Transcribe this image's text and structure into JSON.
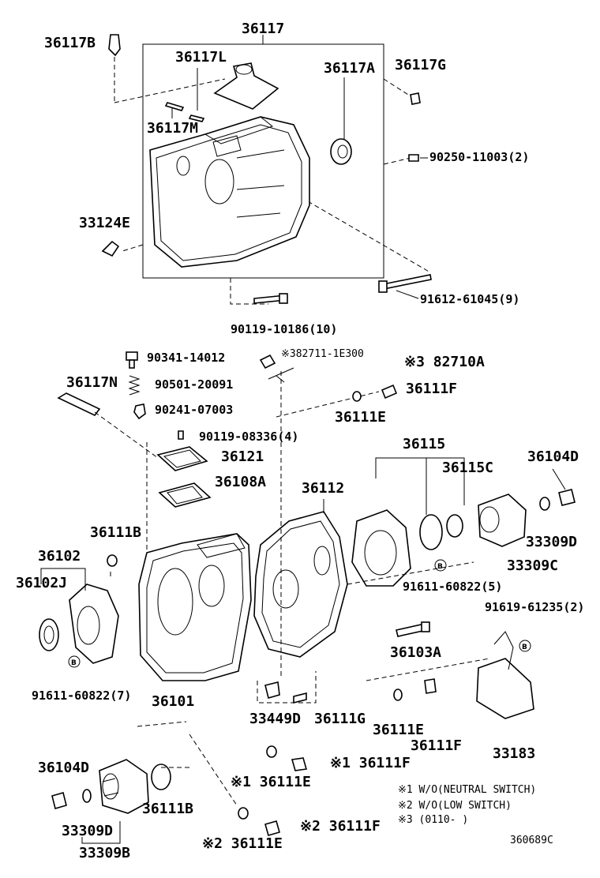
{
  "labels": {
    "p36117": "36117",
    "p36117B": "36117B",
    "p36117L": "36117L",
    "p36117A": "36117A",
    "p36117G": "36117G",
    "p36117M": "36117M",
    "p90250": "90250-11003(2)",
    "p33124E": "33124E",
    "p91612": "91612-61045(9)",
    "p90119a": "90119-10186(10)",
    "p90341": "90341-14012",
    "p82711": "※382711-1E300",
    "p82710A": "※3 82710A",
    "p36117N": "36117N",
    "p90501": "90501-20091",
    "p36111F_top": "36111F",
    "p90241": "90241-07003",
    "p36111E_top": "36111E",
    "p90119b": "90119-08336(4)",
    "p36115": "36115",
    "p36121": "36121",
    "p36104D_r": "36104D",
    "p36115C": "36115C",
    "p36108A": "36108A",
    "p36112": "36112",
    "p36111B_top": "36111B",
    "p33309D_r": "33309D",
    "p36102": "36102",
    "p33309C": "33309C",
    "p36102J": "36102J",
    "p91611_r": "91611-60822(5)",
    "p91619": "91619-61235(2)",
    "p36103A": "36103A",
    "p91611_l": "91611-60822(7)",
    "p36101": "36101",
    "p33449D": "33449D",
    "p36111G": "36111G",
    "p36111E_mid": "36111E",
    "p36111F_mid": "36111F",
    "p33183": "33183",
    "p36104D_l": "36104D",
    "p36111F_n1": "※1 36111F",
    "p36111E_n1": "※1 36111E",
    "p36111B_bot": "36111B",
    "p33309D_l": "33309D",
    "p36111F_n2": "※2 36111F",
    "p33309B": "33309B",
    "p36111E_n2": "※2 36111E",
    "badge_b": "B"
  },
  "notes": {
    "n1": "※1 W/O(NEUTRAL SWITCH)",
    "n2": "※2 W/O(LOW SWITCH)",
    "n3": "※3 (0110-      )"
  },
  "ref_code": "360689C"
}
